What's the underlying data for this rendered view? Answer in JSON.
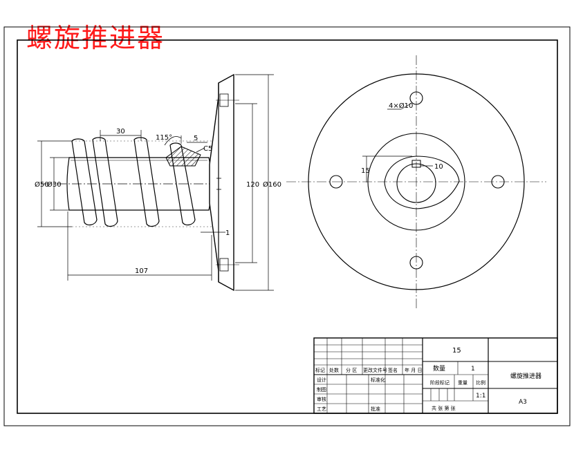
{
  "title": "螺旋推进器",
  "colors": {
    "title": "#ff1a1a",
    "line": "#000000",
    "hatch": "#000000",
    "background": "#ffffff"
  },
  "left_view": {
    "dims": {
      "pitch": "30",
      "angle": "115°",
      "thread_depth": "5",
      "chamfer": "C5",
      "od_thread": "Ø50",
      "od_core": "Ø30",
      "gap": "1",
      "length": "107",
      "flange_inner": "120",
      "flange_outer": "Ø160"
    }
  },
  "right_view": {
    "dims": {
      "holes": "4×Ø10",
      "keyway_depth": "15",
      "keyway_width": "10"
    }
  },
  "title_block": {
    "quantity_value": "15",
    "quantity_label": "数量",
    "quantity_num": "1",
    "part_name": "螺旋推进器",
    "row_labels": [
      "标记",
      "处数",
      "分 区",
      "更改文件号",
      "签名",
      "年 月 日"
    ],
    "stage_labels": [
      "设计",
      "制图",
      "审核",
      "工艺"
    ],
    "std_label": "标准化",
    "approve_label": "批准",
    "stage_mark_label": "阶段标记",
    "weight_label": "重量",
    "scale_label": "比例",
    "scale_value": "1:1",
    "sheets_label": "共 张 第 张",
    "paper_size": "A3"
  }
}
